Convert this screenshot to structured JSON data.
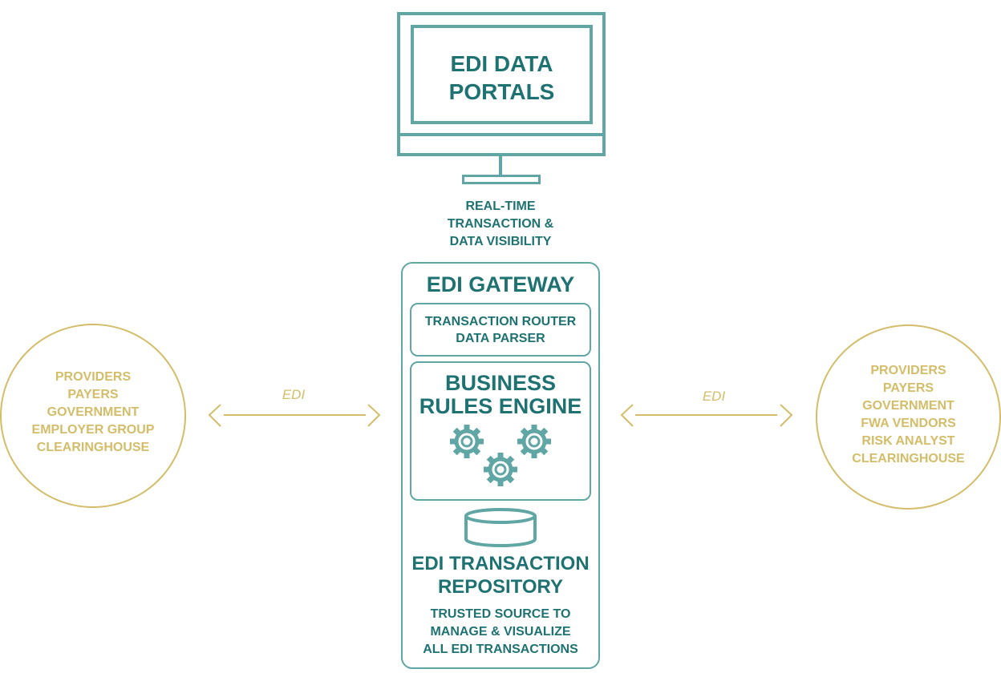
{
  "portal": {
    "title": "EDI DATA\nPORTALS"
  },
  "visibility_caption": "REAL-TIME\nTRANSACTION &\nDATA VISIBILITY",
  "gateway": {
    "title": "EDI GATEWAY",
    "router_text": "TRANSACTION ROUTER\nDATA PARSER",
    "rules_engine": "BUSINESS\nRULES ENGINE",
    "repository_title": "EDI TRANSACTION\nREPOSITORY",
    "repository_caption": "TRUSTED SOURCE TO\nMANAGE & VISUALIZE\nALL EDI TRANSACTIONS"
  },
  "left_partners": "PROVIDERS\nPAYERS\nGOVERNMENT\nEMPLOYER GROUP\nCLEARINGHOUSE",
  "right_partners": "PROVIDERS\nPAYERS\nGOVERNMENT\nFWA VENDORS\nRISK ANALYST\nCLEARINGHOUSE",
  "left_link_label": "EDI",
  "right_link_label": "EDI",
  "colors": {
    "teal_text": "#1f7272",
    "teal_line": "#5fa6a4",
    "gold": "#d3bd69"
  },
  "icons": [
    "monitor-icon",
    "gear-icon",
    "database-icon",
    "double-arrow-icon"
  ]
}
